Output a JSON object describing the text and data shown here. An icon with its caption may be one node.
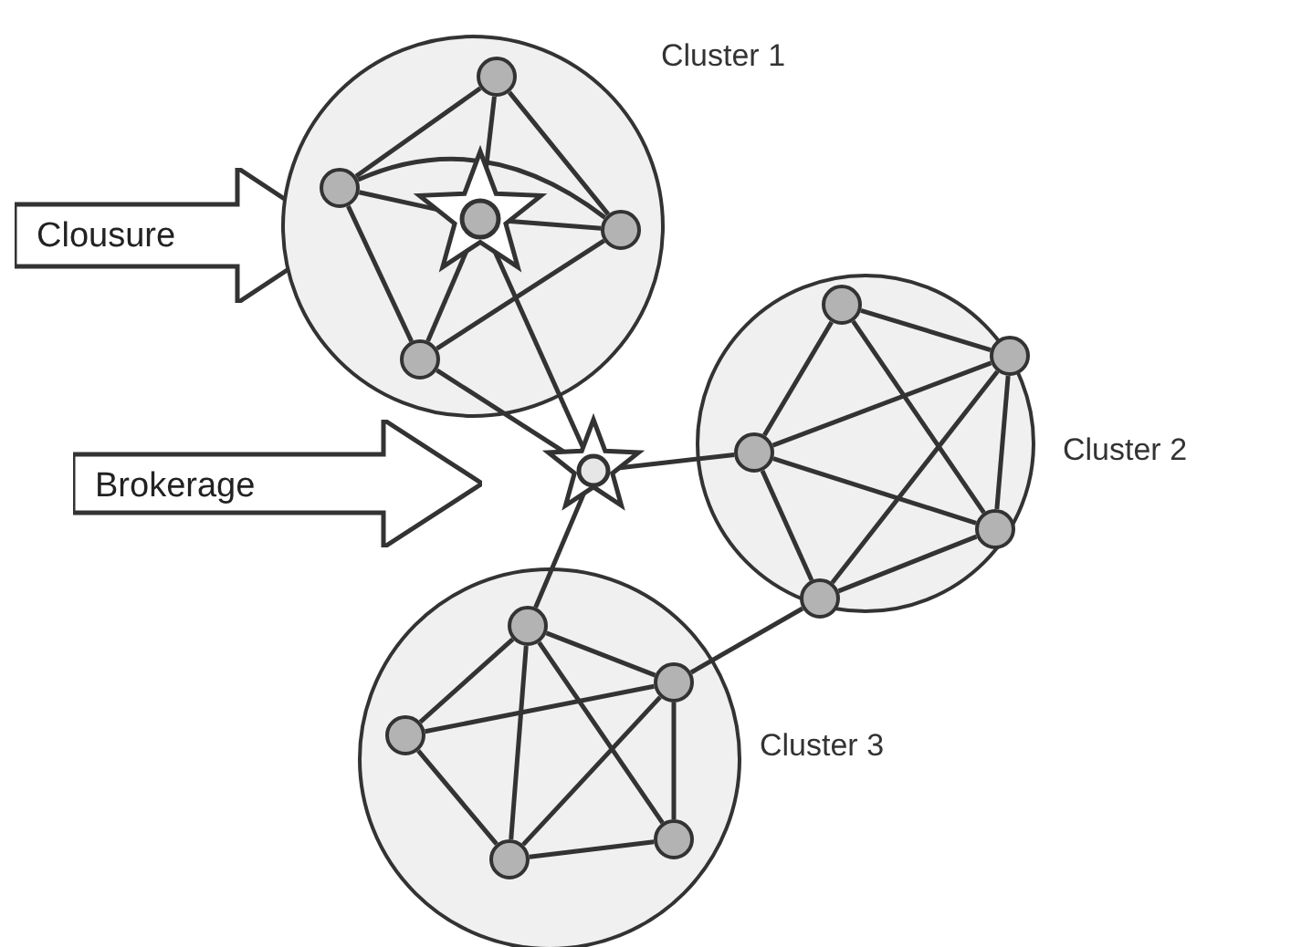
{
  "diagram": {
    "nodes": [
      {
        "text": [
          "Clousure"
        ]
      },
      {
        "text": [
          "Cluster 1"
        ]
      },
      {
        "text": [],
        "shape": "circle",
        "in": 1
      },
      {
        "text": [],
        "shape": "circle",
        "in": 1
      },
      {
        "text": [],
        "shape": "star",
        "in": 1
      },
      {
        "text": [],
        "shape": "circle",
        "in": 1
      },
      {
        "text": [],
        "shape": "circle",
        "in": 1
      },
      {
        "text": [
          "Brokerage"
        ]
      },
      {
        "text": [],
        "shape": "star"
      },
      {
        "text": [
          "Cluster 2"
        ]
      },
      {
        "text": [],
        "shape": "circle",
        "in": 9
      },
      {
        "text": [],
        "shape": "circle",
        "in": 9
      },
      {
        "text": [],
        "shape": "circle",
        "in": 9
      },
      {
        "text": [],
        "shape": "circle",
        "in": 9
      },
      {
        "text": [],
        "shape": "circle",
        "in": 9
      },
      {
        "text": [
          "Cluster 3"
        ]
      },
      {
        "text": [],
        "shape": "circle",
        "in": 15
      },
      {
        "text": [],
        "shape": "circle",
        "in": 15
      },
      {
        "text": [],
        "shape": "circle",
        "in": 15
      },
      {
        "text": [],
        "shape": "circle",
        "in": 15
      },
      {
        "text": [],
        "shape": "circle",
        "in": 15
      }
    ],
    "edges": [
      {
        "from": 2,
        "to": 3,
        "arrow": "none"
      },
      {
        "from": 2,
        "to": 4,
        "arrow": "none"
      },
      {
        "from": 2,
        "to": 5,
        "arrow": "none"
      },
      {
        "from": 3,
        "to": 4,
        "arrow": "none"
      },
      {
        "from": 3,
        "to": 5,
        "arrow": "none"
      },
      {
        "from": 3,
        "to": 6,
        "arrow": "none"
      },
      {
        "from": 4,
        "to": 5,
        "arrow": "none"
      },
      {
        "from": 4,
        "to": 6,
        "arrow": "none"
      },
      {
        "from": 6,
        "to": 5,
        "arrow": "none"
      },
      {
        "from": 4,
        "to": 8,
        "arrow": "none"
      },
      {
        "from": 6,
        "to": 8,
        "arrow": "none"
      },
      {
        "from": 10,
        "to": 11,
        "arrow": "none"
      },
      {
        "from": 10,
        "to": 12,
        "arrow": "none"
      },
      {
        "from": 10,
        "to": 13,
        "arrow": "none"
      },
      {
        "from": 11,
        "to": 12,
        "arrow": "none"
      },
      {
        "from": 11,
        "to": 13,
        "arrow": "none"
      },
      {
        "from": 11,
        "to": 14,
        "arrow": "none"
      },
      {
        "from": 12,
        "to": 13,
        "arrow": "none"
      },
      {
        "from": 12,
        "to": 14,
        "arrow": "none"
      },
      {
        "from": 14,
        "to": 13,
        "arrow": "none"
      },
      {
        "from": 8,
        "to": 12,
        "arrow": "none"
      },
      {
        "from": 16,
        "to": 17,
        "arrow": "none"
      },
      {
        "from": 16,
        "to": 18,
        "arrow": "none"
      },
      {
        "from": 16,
        "to": 19,
        "arrow": "none"
      },
      {
        "from": 16,
        "to": 20,
        "arrow": "none"
      },
      {
        "from": 17,
        "to": 18,
        "arrow": "none"
      },
      {
        "from": 17,
        "to": 19,
        "arrow": "none"
      },
      {
        "from": 17,
        "to": 20,
        "arrow": "none"
      },
      {
        "from": 18,
        "to": 19,
        "arrow": "none"
      },
      {
        "from": 19,
        "to": 20,
        "arrow": "none"
      },
      {
        "from": 8,
        "to": 16,
        "arrow": "none"
      },
      {
        "from": 14,
        "to": 17,
        "arrow": "none"
      }
    ]
  }
}
